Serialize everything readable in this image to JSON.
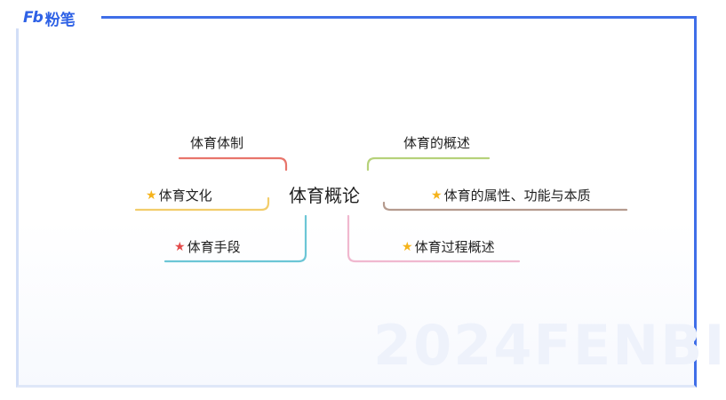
{
  "brand": {
    "logo_mark": "Fb",
    "logo_text": "粉笔",
    "watermark": "2024FENBI"
  },
  "mindmap": {
    "center": "体育概论",
    "branches": [
      {
        "label": "体育体制",
        "starred": false,
        "color": "#e8756b"
      },
      {
        "label": "体育文化",
        "starred": true,
        "star_color": "#f5b31b",
        "color": "#f2cd6b"
      },
      {
        "label": "体育手段",
        "starred": true,
        "star_color": "#e34b4b",
        "color": "#6cc6d6"
      },
      {
        "label": "体育的概述",
        "starred": false,
        "color": "#b6d27a"
      },
      {
        "label": "体育的属性、功能与本质",
        "starred": true,
        "star_color": "#f5b31b",
        "color": "#b59b8e"
      },
      {
        "label": "体育过程概述",
        "starred": true,
        "star_color": "#f5b31b",
        "color": "#f0b8cf"
      }
    ]
  },
  "icons": {
    "star": "★"
  }
}
